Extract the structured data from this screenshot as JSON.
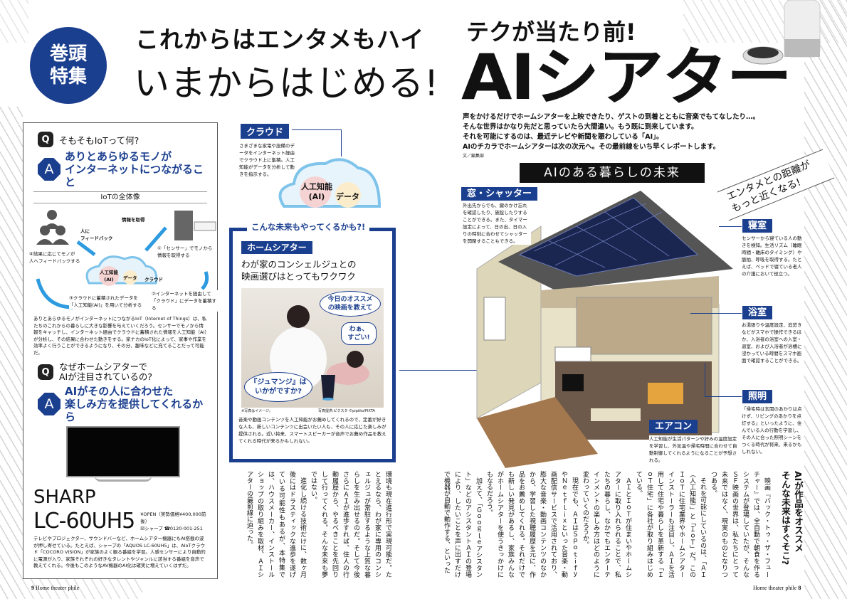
{
  "header": {
    "badge": "巻頭特集",
    "left_title_1": "これからはエンタメもハイ",
    "left_title_2": "いまからはじめる!",
    "right_title_1": "テクが当たり前!",
    "right_title_2": "AIシアター"
  },
  "iot_box": {
    "q1": "そもそもIoTって何?",
    "a1": "ありとあらゆるモノが\nインターネットにつながること",
    "diagram_title": "IoTの全体像",
    "diagram": {
      "get_info": "情報を取得",
      "feedback": "人に\nフィードバック",
      "step1": "①「センサー」でモノから\n情報を取得する",
      "step2": "②インターネットを経由して\n「クラウド」にデータを蓄積する",
      "step3": "③クラウドに蓄積されたデータを\n「人工知能(AI)」を用いて分析する",
      "step4": "④結果に応じてモノが\n人へフィードバックする",
      "ai": "人工知能\n(AI)",
      "data": "データ",
      "cloud": "クラウド"
    },
    "body1": "ありとあらゆるモノがインターネットにつながるIoT（Internet of Things）は、私たちのこれからの暮らしに大きな影響を与えていくだろう。センサーでモノから情報をキャッチし、インターネット経由でクラウドに蓄積された情報を人工知能（AI）が分析し、その結果に合わせた動きをする。家ナカのIoT化によって、家事や作業を効率よく行うことができるようになり、その分、趣味などに充てることだって可能だ。",
    "q2": "なぜホームシアターで\nAIが注目されているの?",
    "a2": "AIがその人に合わせた\n楽しみ方を提供してくれるから",
    "brand": "SHARP",
    "model": "LC-60UH5",
    "price": "¥OPEN（実勢価格¥400,000前後）",
    "contact": "☒シャープ ☎0120-001-251",
    "body2": "テレビやプロジェクター、サウンドバーなど、ホームシアター機器にもAI搭載の波が押し寄せている。たとえば、シャープの「AQUOS LC-60UH5」は、AIoTクラウド「COCORO VISION」が家族のよく観る番組を学習。人感センサーにより自動的に電源が入り、家族それぞれの好きなタレントやジャンルに該当する番組を音声で教えてくれる。今後もこのようなAV機器のAI化は確実に増えていくはずだ。"
  },
  "cloud": {
    "label": "クラウド",
    "text": "さまざまな家電や設備のデータをインターネット経由でクラウド上に集積。人工知能がデータを分析して動きを指示する。",
    "ai": "人工知能\n(AI)",
    "data": "データ"
  },
  "future_box": {
    "banner": "こんな未来もやってくるかも?!",
    "label": "ホームシアター",
    "headline": "わが家のコンシェルジュとの\n映画選びはとってもワクワク",
    "bubble1": "今日のオススメ\nの映画を教えて",
    "bubble2": "わぁ、\nすごい!",
    "bubble3": "『ジュマンジ』は\nいかがですか?",
    "caption_left": "※写真はイメージ。",
    "caption_right": "写真提供:ピクスタ ©pipitto/PIXTA",
    "body": "音楽や動画コンテンツを人工知能がお薦めしてくれるので、定番が好きな人も、新しいコンテンツに出会いたい人も、その人に応じた楽しみが提供される。近い将来、スマートスピーカーが音声でお薦め作品を教えてくれる時代が来るかもしれない。"
  },
  "intro": {
    "lines": [
      "声をかけるだけでホームシアターを上映できたり、ゲストの到着とともに音楽でもてなしたり…。",
      "そんな世界はかなり先だと思っていたら大間違い。もう既に到来しています。",
      "それを可能にするのは、最近テレビや新聞を賑わしている「AI」。",
      "AIのチカラでホームシアターは次の次元へ。その最前線をいち早くレポートします。"
    ],
    "byline": "文／編集部"
  },
  "ribbon": "AIのある暮らしの未来",
  "slant": "エンタメとの距離が\nもっと近くなる!",
  "callouts": [
    {
      "label": "窓・シャッター",
      "text": "外出先からでも、鍵のかけ忘れを確認したり、施錠したりすることができる。また、タイマー設定によって、日の出、日の入りの時刻に合わせてシャッターを開閉することもできる。"
    },
    {
      "label": "寝室",
      "text": "センサーから寝ている人の動きを検知。生活リズム（睡眠時間・離床のタイミング）や脈拍、呼吸を取得する。たとえば、ベッドで寝ている老人の介護において役立つ。"
    },
    {
      "label": "浴室",
      "text": "お湯張りや温度設定、追焚きなどがスマホで操作できるほか、入浴者の浴室への入室・退室、および入浴者が浴槽に浸かっている時間をスマホ画面で確認することができる。"
    },
    {
      "label": "照明",
      "text": "「帰宅時は玄関のあかりは点けず、リビングのあかりを点灯する」といったように、住んでいる人の行動を学習し、その人に合った照明シーンをつくる時代が将来、来るかもしれない。"
    },
    {
      "label": "エアコン",
      "text": "人工知能が生活パターンや好みの温度設定を学習し、外気温や帰宅時間に合わせて自動制御してくれるようになることが予想される。"
    }
  ],
  "article": {
    "heading": "AIが作品をオススメ\nそんな未来はすぐそこ?",
    "right_paragraphs": [
      "映画『バック・トゥ・ザ・フューチャー』では、全自動で朝食を作るシステムが登場していたが、そんなＳＦ映画の世界は、私たちにとって未来ではなく、現実のものとなりつつある。",
      "それを可能にしているのは、「ＡＩ（人工知能）」と「ＩｏＴ」だ。このＩｏＴに住宅業界やホームシアターインストーラーも注目し、ＡＩを活用して住宅や暮らしを革新する「ＩｏＴ住宅」に各社が取り組みはじめている。",
      "ＡＩとＩｏＴが住まいやホームシアターに取り入れられることで、私たちの暮らし、なかでもエンターテインメントの楽しみ方はどのように変わっていくのだろうか。",
      "現在でも、ＡＩはＳｐｏｔｉｆｙやＮｅｔｆｌｉｘといった音楽・動画配信サービスで活用されており、膨大な音楽・動画コンテンツのなかから、学習した視聴履歴を元に、作品をお薦めしてくれる。それだけでも新しい発見があるし、家族みんながホームシアターを使うきっかけにもなるだろう。",
      "加えて、「Ｇｏｏｇｌｅアシスタント」などのアシスタントＡＩの登場により、したいことを声に出すだけで機器が自動で動作する、といった"
    ],
    "left_paragraphs": [
      "環境も現在進行形で実現可能だ。たとえるなら、わが家に専用のコンシェルジュが常駐するような上質な暮らしを生み出せるのだ。そして今後さらにＡＩが進歩すれば、住人の行動履歴から、やるべきことを先回りして行ってくれる。そんな未来も夢ではない。",
      "進化し続ける技術だけに、数ヶ月後にはドラスティックな進歩を遂げている可能性もあるが、本特集では、ハウスメーカー、インストールショップの取り組みを取材、ＡＩシアターの最前線に迫った。"
    ]
  },
  "footer": {
    "left_page": "9",
    "left_mag": "Home theater phile",
    "right_mag": "Home theater phile",
    "right_page": "8"
  },
  "colors": {
    "accent": "#1b3f8f",
    "sky": "#2e9be0"
  }
}
